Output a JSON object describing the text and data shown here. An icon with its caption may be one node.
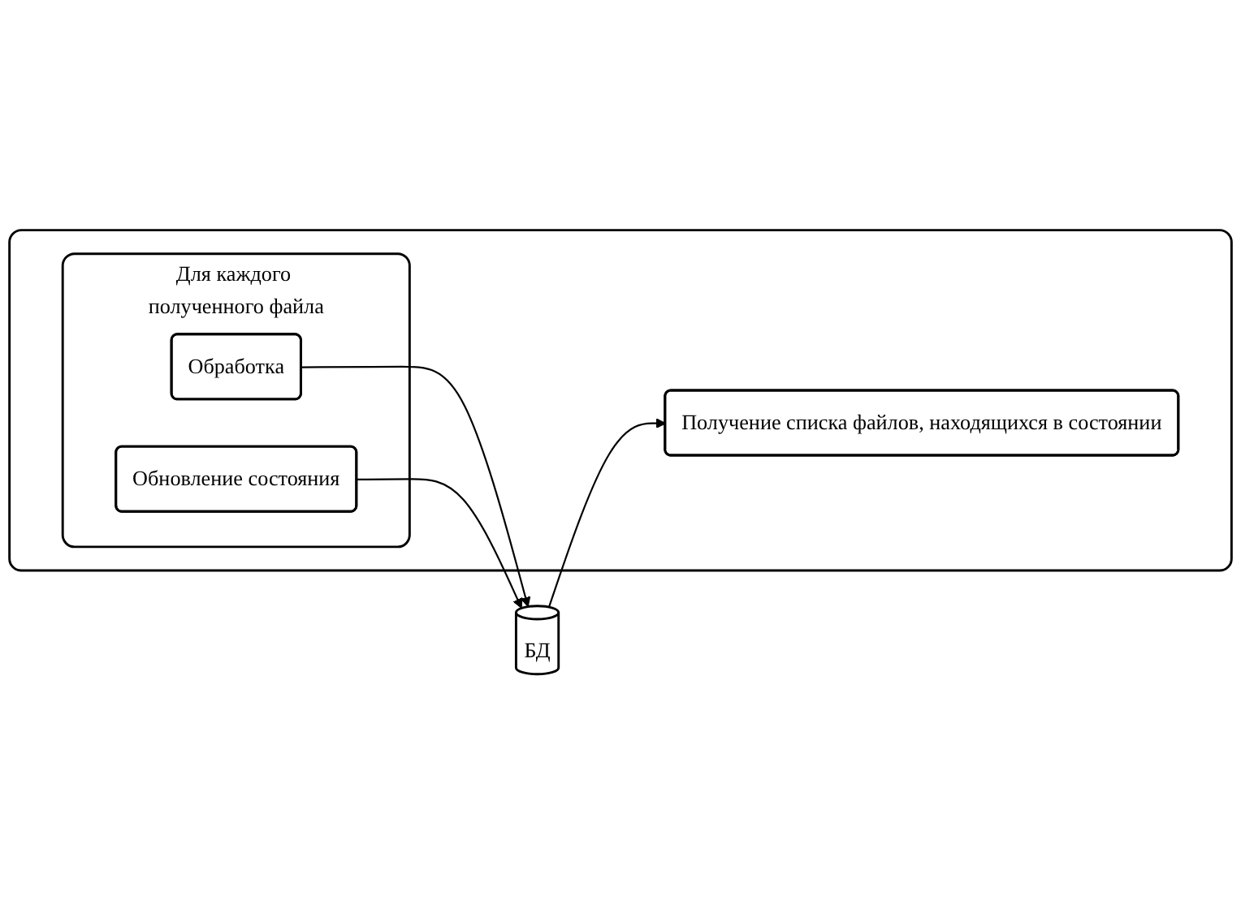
{
  "diagram": {
    "nodes": [
      {
        "text": [],
        "shape": "box"
      },
      {
        "text": [
          "Получение списка файлов, находящихся в состоянии"
        ],
        "in": 0
      },
      {
        "text": [
          "Для каждого полученного файла"
        ],
        "in": 0
      },
      {
        "text": [
          "Обработка"
        ],
        "in": 2
      },
      {
        "text": [
          "Обновление состояния"
        ],
        "in": 2
      },
      {
        "text": [
          "БД"
        ]
      }
    ],
    "edges": [
      {
        "from": 5,
        "to": 1,
        "arrow": "to"
      },
      {
        "from": 3,
        "to": 5,
        "arrow": "to"
      },
      {
        "from": 4,
        "to": 5,
        "arrow": "to"
      }
    ]
  }
}
